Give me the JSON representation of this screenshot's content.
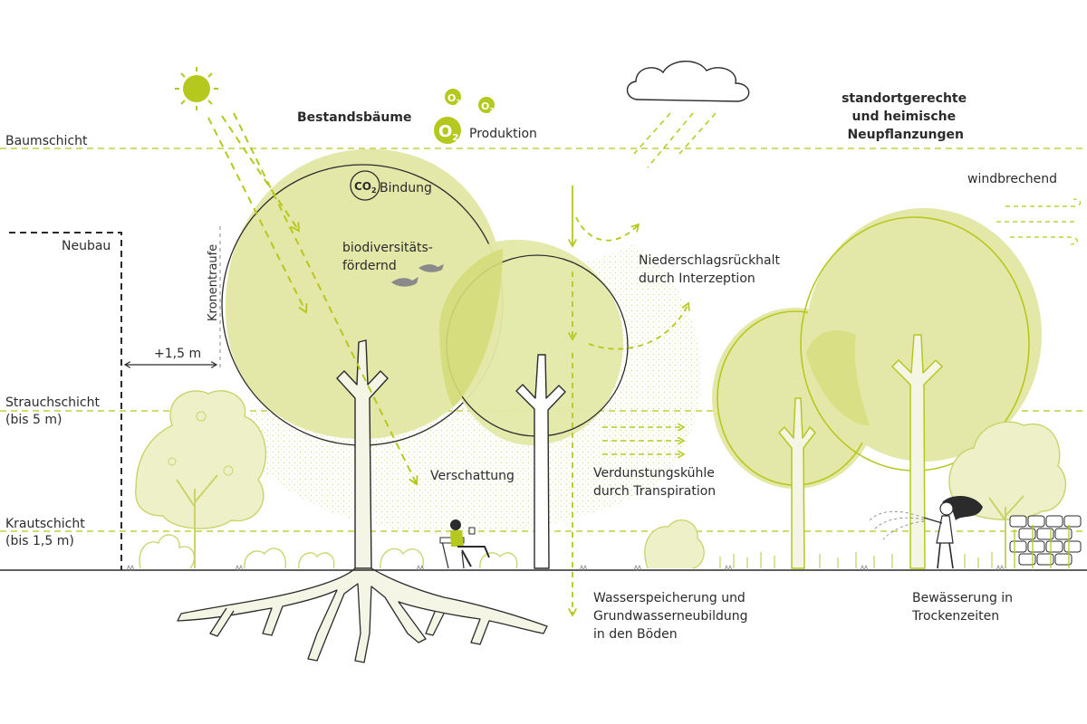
{
  "layers": {
    "baum": "Baumschicht",
    "strauch": [
      "Strauchschicht",
      "(bis 5 m)"
    ],
    "kraut": [
      "Krautschicht",
      "(bis 1,5 m)"
    ]
  },
  "neubau": "Neubau",
  "kronentraufe": "Kronentraufe",
  "distance": "+1,5 m",
  "bestand": "Bestandsbäume",
  "produktion": "Produktion",
  "o2_symbol": "O",
  "o2_sub": "2",
  "co2_symbol": "CO",
  "co2_sub": "2",
  "bindung": "Bindung",
  "biodiv": [
    "biodiversitäts-",
    "fördernd"
  ],
  "verschattung": "Verschattung",
  "niederschlag": [
    "Niederschlagsrückhalt",
    "durch Interzeption"
  ],
  "verdunstung": [
    "Verdunstungskühle",
    "durch Transpiration"
  ],
  "wasser": [
    "Wasserspeicherung und",
    "Grundwasserneubildung",
    "in den Böden"
  ],
  "neupflanzung": [
    "standortgerechte",
    "und heimische",
    "Neupflanzungen"
  ],
  "windbrechend": "windbrechend",
  "bewaesserung": [
    "Bewässerung in",
    "Trockenzeiten"
  ],
  "colors": {
    "accent": "#b5c81d",
    "canopy": "#e3e8a8",
    "canopy_dark": "#d4dc7a",
    "trunk": "#f4f5e4",
    "ink": "#2b2b2b",
    "grey": "#8a8a8a"
  }
}
